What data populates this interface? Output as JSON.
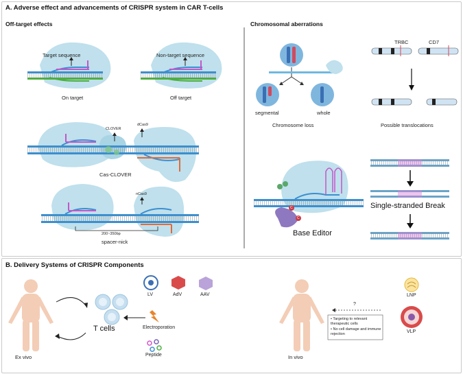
{
  "panel_a": {
    "title": "A. Adverse effect and advancements of CRISPR system in CAR T-cells",
    "off_target": {
      "heading": "Off-target effects",
      "target_sequence": "Target sequence",
      "non_target_sequence": "Non-target sequence",
      "on_target": "On target",
      "off_target": "Off target",
      "clover": "CLOVER",
      "dcas9": "dCas9",
      "cas_clover": "Cas-CLOVER",
      "ncas9": "nCas9",
      "spacer_range": "200~350bp",
      "spacer_nick": "spacer-nick"
    },
    "chromosomal": {
      "heading": "Chromosomal aberrations",
      "segmental": "segmental",
      "whole": "whole",
      "chromosome_loss": "Chromosome loss",
      "trbc": "TRBC",
      "cd7": "CD7",
      "possible_translocations": "Possible translocations",
      "base_editor": "Base Editor",
      "ssb": "Single-stranded Break",
      "c_mark": "C"
    }
  },
  "panel_b": {
    "title": "B. Delivery Systems of CRISPR Components",
    "lv": "LV",
    "adv": "AdV",
    "aav": "AAV",
    "electroporation": "Electroporation",
    "peptide": "Peptide",
    "t_cells": "T cells",
    "ex_vivo": "Ex vivo",
    "in_vivo": "In vivo",
    "question": "?",
    "bullets": [
      "Targeting to relevant therapeutic cells",
      "No cell damage and immune rejection"
    ],
    "lnp": "LNP",
    "vlp": "VLP"
  },
  "colors": {
    "dna_blue": "#3a8fd1",
    "dna_green": "#4caf3f",
    "dna_pink": "#c455c8",
    "blob": "#bfe0ec",
    "chrom_blue": "#3b6fb4",
    "chrom_red": "#d04a5e",
    "body": "#f3cdb6",
    "red_virus": "#d94b4b",
    "aav_purple": "#b9a3d9"
  }
}
